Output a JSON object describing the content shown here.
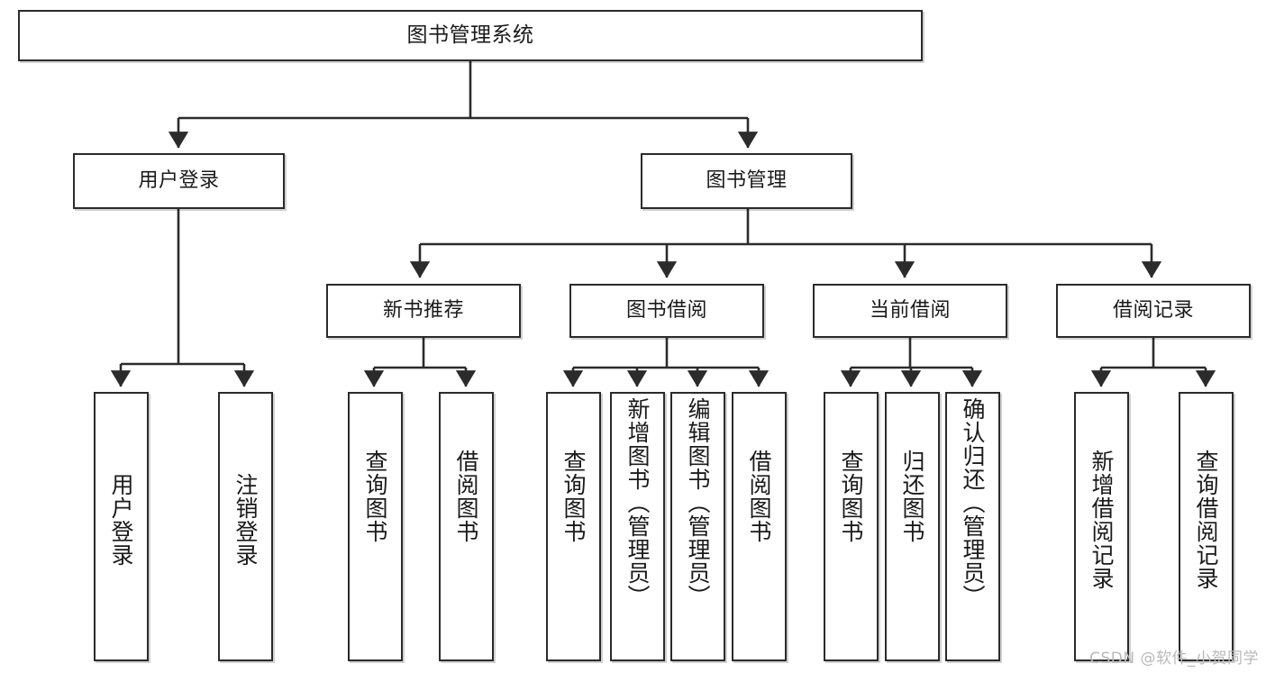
{
  "diagram": {
    "title": "图书管理系统",
    "type": "tree",
    "orientation": "top-down",
    "colors": {
      "stroke": "#2b2b2b",
      "fill": "#ffffff",
      "text": "#1a1a1a",
      "watermark": "#b9b9b9"
    },
    "watermark": "CSDN @软件_小贺同学",
    "nodes": {
      "root": {
        "label": "图书管理系统",
        "level": 1
      },
      "level2": [
        {
          "id": "user-login",
          "label": "用户登录",
          "level": 2
        },
        {
          "id": "book-manage",
          "label": "图书管理",
          "level": 2
        }
      ],
      "level3": [
        {
          "id": "new-book-rec",
          "label": "新书推荐",
          "level": 3,
          "parent": "book-manage"
        },
        {
          "id": "book-borrow",
          "label": "图书借阅",
          "level": 3,
          "parent": "book-manage"
        },
        {
          "id": "current-borrow",
          "label": "当前借阅",
          "level": 3,
          "parent": "book-manage"
        },
        {
          "id": "borrow-record",
          "label": "借阅记录",
          "level": 3,
          "parent": "book-manage"
        }
      ],
      "leaves": [
        {
          "id": "leaf-user-login",
          "label": "用户登录",
          "parent": "user-login"
        },
        {
          "id": "leaf-user-logout",
          "label": "注销登录",
          "parent": "user-login"
        },
        {
          "id": "leaf-query-book-rec",
          "label": "查询图书",
          "parent": "new-book-rec"
        },
        {
          "id": "leaf-borrow-book-rec",
          "label": "借阅图书",
          "parent": "new-book-rec"
        },
        {
          "id": "leaf-query-book-bb",
          "label": "查询图书",
          "parent": "book-borrow"
        },
        {
          "id": "leaf-add-book",
          "label": "新增图书（管理员）",
          "parent": "book-borrow"
        },
        {
          "id": "leaf-edit-book",
          "label": "编辑图书（管理员）",
          "parent": "book-borrow"
        },
        {
          "id": "leaf-borrow-book-bb",
          "label": "借阅图书",
          "parent": "book-borrow"
        },
        {
          "id": "leaf-query-book-cb",
          "label": "查询图书",
          "parent": "current-borrow"
        },
        {
          "id": "leaf-return-book",
          "label": "归还图书",
          "parent": "current-borrow"
        },
        {
          "id": "leaf-confirm-return",
          "label": "确认归还（管理员）",
          "parent": "current-borrow"
        },
        {
          "id": "leaf-add-record",
          "label": "新增借阅记录",
          "parent": "borrow-record"
        },
        {
          "id": "leaf-query-record",
          "label": "查询借阅记录",
          "parent": "borrow-record"
        }
      ]
    },
    "edges": [
      {
        "from": "root",
        "to": "user-login"
      },
      {
        "from": "root",
        "to": "book-manage"
      },
      {
        "from": "book-manage",
        "to": "new-book-rec"
      },
      {
        "from": "book-manage",
        "to": "book-borrow"
      },
      {
        "from": "book-manage",
        "to": "current-borrow"
      },
      {
        "from": "book-manage",
        "to": "borrow-record"
      },
      {
        "from": "user-login",
        "to": "leaf-user-login"
      },
      {
        "from": "user-login",
        "to": "leaf-user-logout"
      },
      {
        "from": "new-book-rec",
        "to": "leaf-query-book-rec"
      },
      {
        "from": "new-book-rec",
        "to": "leaf-borrow-book-rec"
      },
      {
        "from": "book-borrow",
        "to": "leaf-query-book-bb"
      },
      {
        "from": "book-borrow",
        "to": "leaf-add-book"
      },
      {
        "from": "book-borrow",
        "to": "leaf-edit-book"
      },
      {
        "from": "book-borrow",
        "to": "leaf-borrow-book-bb"
      },
      {
        "from": "current-borrow",
        "to": "leaf-query-book-cb"
      },
      {
        "from": "current-borrow",
        "to": "leaf-return-book"
      },
      {
        "from": "current-borrow",
        "to": "leaf-confirm-return"
      },
      {
        "from": "borrow-record",
        "to": "leaf-add-record"
      },
      {
        "from": "borrow-record",
        "to": "leaf-query-record"
      }
    ]
  }
}
